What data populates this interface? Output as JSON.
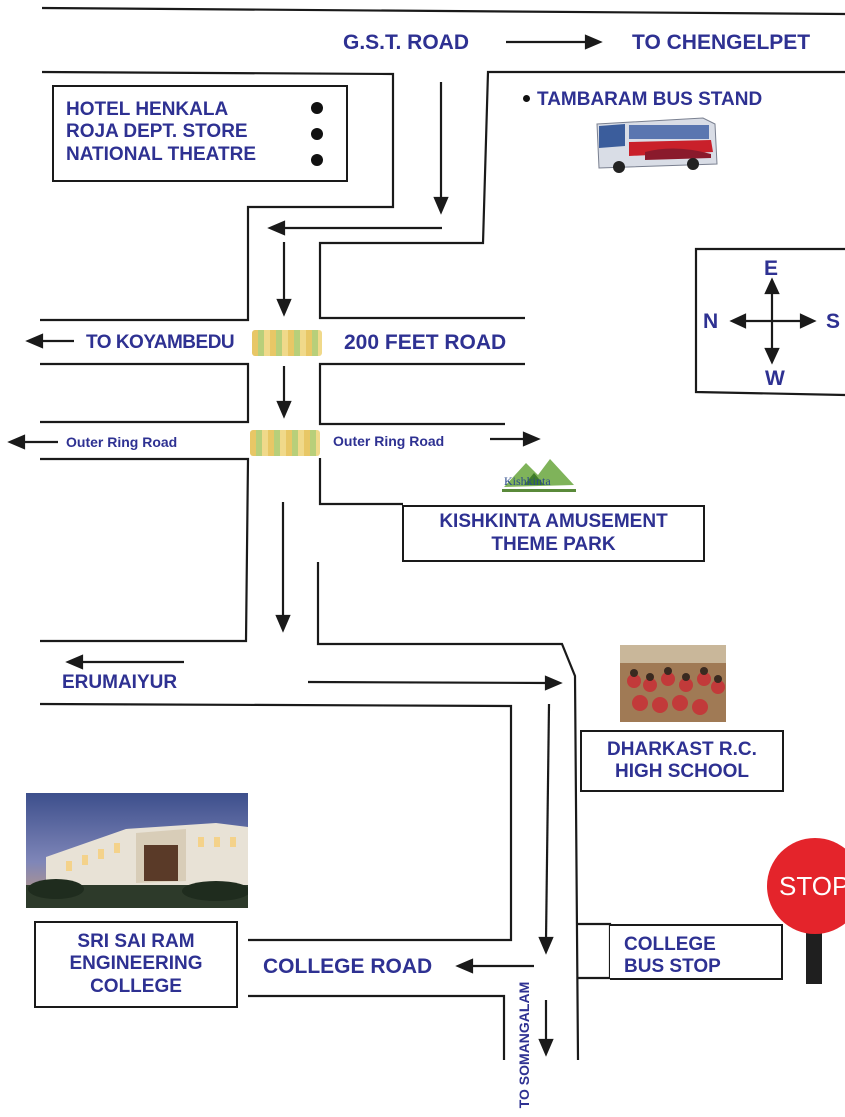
{
  "roads": {
    "gst_road": "G.S.T. ROAD",
    "to_chengelpet": "TO CHENGELPET",
    "to_koyambedu": "TO KOYAMBEDU",
    "feet_road_200": "200 FEET ROAD",
    "outer_ring_road_left": "Outer Ring Road",
    "outer_ring_road_right": "Outer Ring Road",
    "erumaiyur": "ERUMAIYUR",
    "college_road": "COLLEGE ROAD",
    "to_somangalam": "TO SOMANGALAM"
  },
  "landmarks": {
    "items": [
      "HOTEL HENKALA",
      "ROJA DEPT. STORE",
      "NATIONAL THEATRE"
    ],
    "tambaram_bus_stand": "TAMBARAM BUS STAND",
    "kishkinta_line1": "KISHKINTA AMUSEMENT",
    "kishkinta_line2": "THEME PARK",
    "kishkinta_logo_text": "Kishkinta",
    "school_line1": "DHARKAST R.C.",
    "school_line2": "HIGH SCHOOL",
    "college_line1": "SRI SAI RAM",
    "college_line2": "ENGINEERING",
    "college_line3": "COLLEGE",
    "bus_stop_line1": "COLLEGE",
    "bus_stop_line2": "BUS STOP",
    "stop_sign": "STOP"
  },
  "compass": {
    "east": "E",
    "north": "N",
    "south": "S",
    "west": "W"
  },
  "colors": {
    "label": "#2e3192",
    "road_line": "#1a1a1a",
    "stop_red": "#e4242b"
  }
}
